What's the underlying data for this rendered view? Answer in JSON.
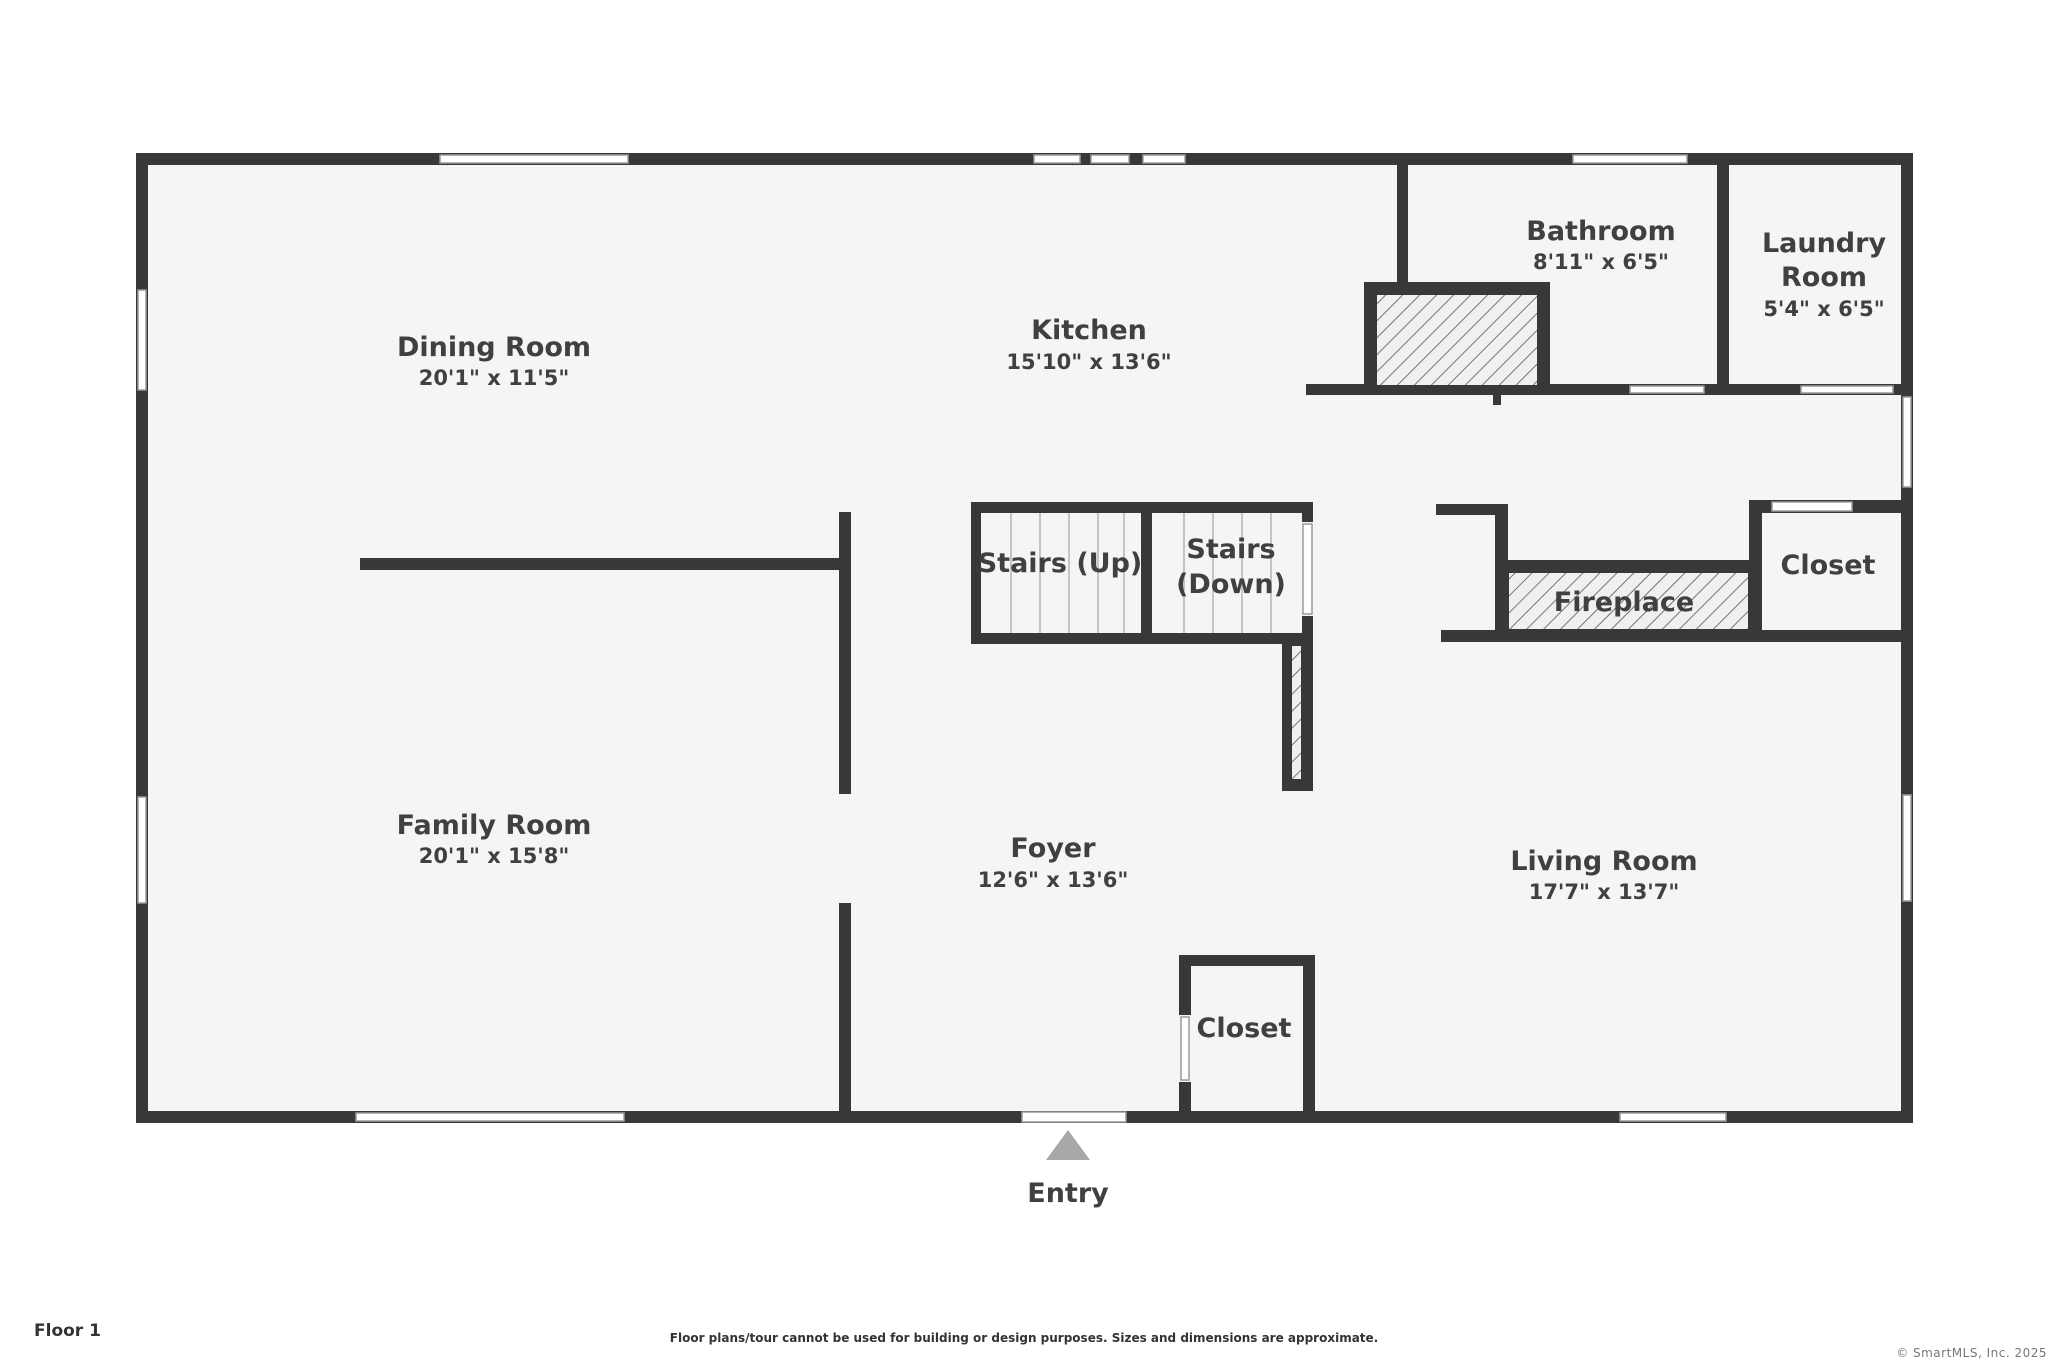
{
  "floor_label": "Floor 1",
  "disclaimer": "Floor plans/tour cannot be used for building or design purposes. Sizes and dimensions are approximate.",
  "copyright": "© SmartMLS, Inc. 2025",
  "entry_label": "Entry",
  "rooms": {
    "dining": {
      "name": "Dining Room",
      "dims": "20'1\" x 11'5\""
    },
    "kitchen": {
      "name": "Kitchen",
      "dims": "15'10\" x 13'6\""
    },
    "bathroom": {
      "name": "Bathroom",
      "dims": "8'11\" x 6'5\""
    },
    "laundry": {
      "name_line1": "Laundry",
      "name_line2": "Room",
      "dims": "5'4\" x 6'5\""
    },
    "stairs_up": {
      "name": "Stairs (Up)"
    },
    "stairs_down": {
      "name_line1": "Stairs",
      "name_line2": "(Down)"
    },
    "fireplace": {
      "name": "Fireplace"
    },
    "closet_right": {
      "name": "Closet"
    },
    "family": {
      "name": "Family Room",
      "dims": "20'1\" x 15'8\""
    },
    "foyer": {
      "name": "Foyer",
      "dims": "12'6\" x 13'6\""
    },
    "living": {
      "name": "Living Room",
      "dims": "17'7\" x 13'7\""
    },
    "closet_foyer": {
      "name": "Closet"
    }
  }
}
